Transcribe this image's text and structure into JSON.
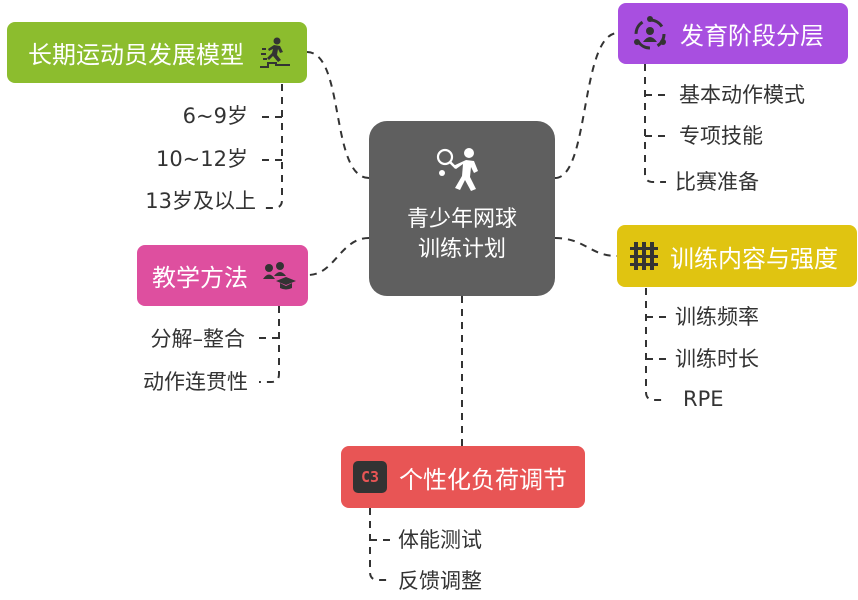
{
  "center": {
    "line1": "青少年网球",
    "line2": "训练计划",
    "icon": "tennis-player-icon",
    "color": "#5f5f5f"
  },
  "branches": {
    "long_term": {
      "title": "长期运动员发展模型",
      "icon": "stairs-runner-icon",
      "color": "#8cbd2e",
      "items": [
        "6~9岁",
        "10~12岁",
        "13岁及以上"
      ]
    },
    "teaching": {
      "title": "教学方法",
      "icon": "group-learning-icon",
      "color": "#de4f9f",
      "items": [
        "分解–整合",
        "动作连贯性"
      ]
    },
    "stages": {
      "title": "发育阶段分层",
      "icon": "cycle-people-icon",
      "color": "#a84fe0",
      "items": [
        "基本动作模式",
        "专项技能",
        "比赛准备"
      ]
    },
    "content": {
      "title": "训练内容与强度",
      "icon": "grid-hash-icon",
      "color": "#e0c411",
      "items": [
        "训练频率",
        "训练时长",
        "RPE"
      ]
    },
    "individual": {
      "title": "个性化负荷调节",
      "icon": "c3-icon",
      "icon_text": "C3",
      "color": "#e85555",
      "items": [
        "体能测试",
        "反馈调整"
      ]
    }
  }
}
